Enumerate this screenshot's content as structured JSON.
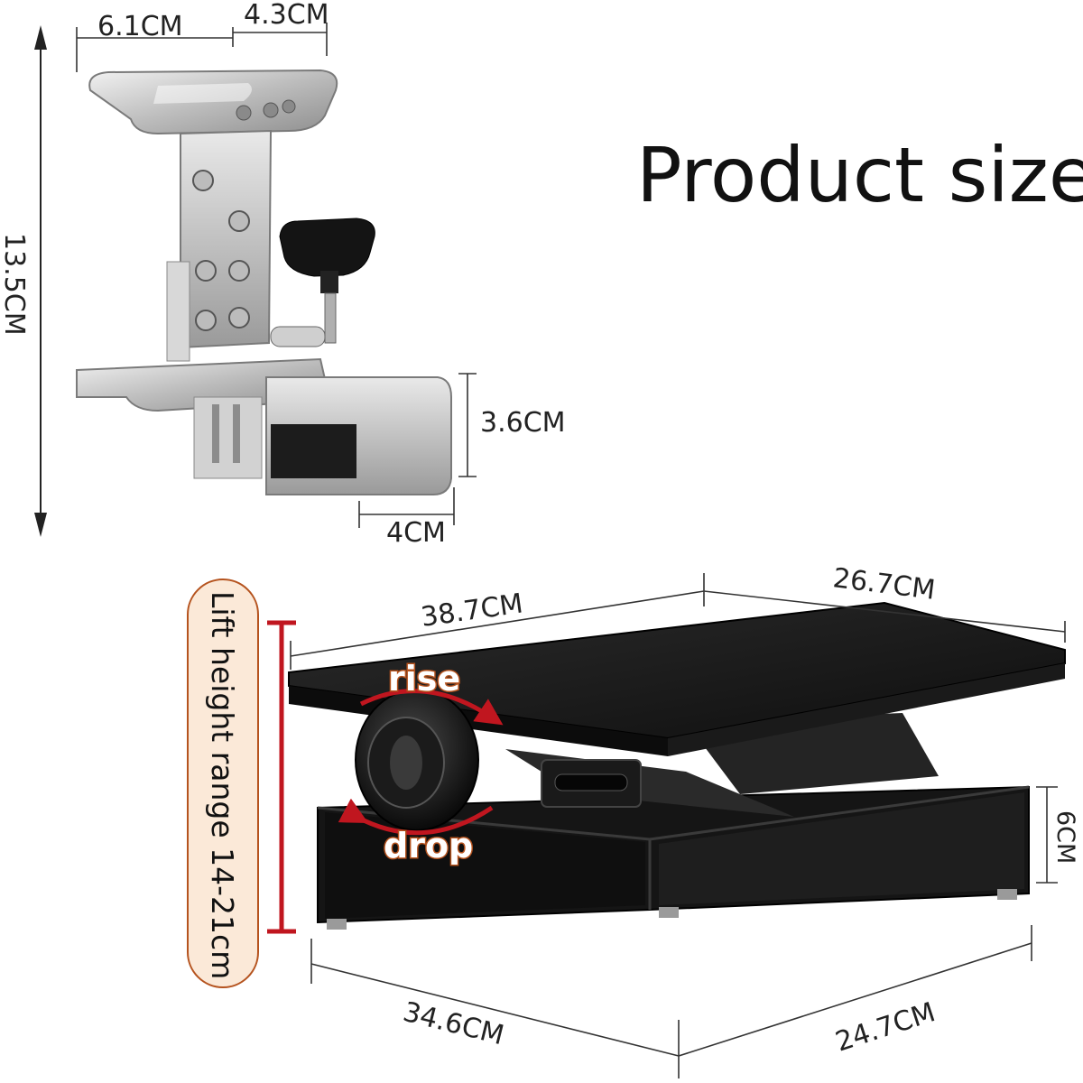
{
  "title": "Product size",
  "clamp": {
    "top_width_label": "6.1CM",
    "top_depth_label": "4.3CM",
    "height_label": "13.5CM",
    "jaw_height_label": "3.6CM",
    "jaw_width_label": "4CM"
  },
  "stand": {
    "top_length_label": "38.7CM",
    "top_width_label": "26.7CM",
    "base_length_label": "34.6CM",
    "base_width_label": "24.7CM",
    "base_height_label": "6CM",
    "lift_range_label": "Lift height range 14-21cm",
    "rise_label": "rise",
    "drop_label": "drop"
  },
  "colors": {
    "accent_red": "#c0161f",
    "pill_fill": "#fbe9d8",
    "pill_border": "#b5531e",
    "metal": "#c9c9c9",
    "black": "#161616"
  }
}
